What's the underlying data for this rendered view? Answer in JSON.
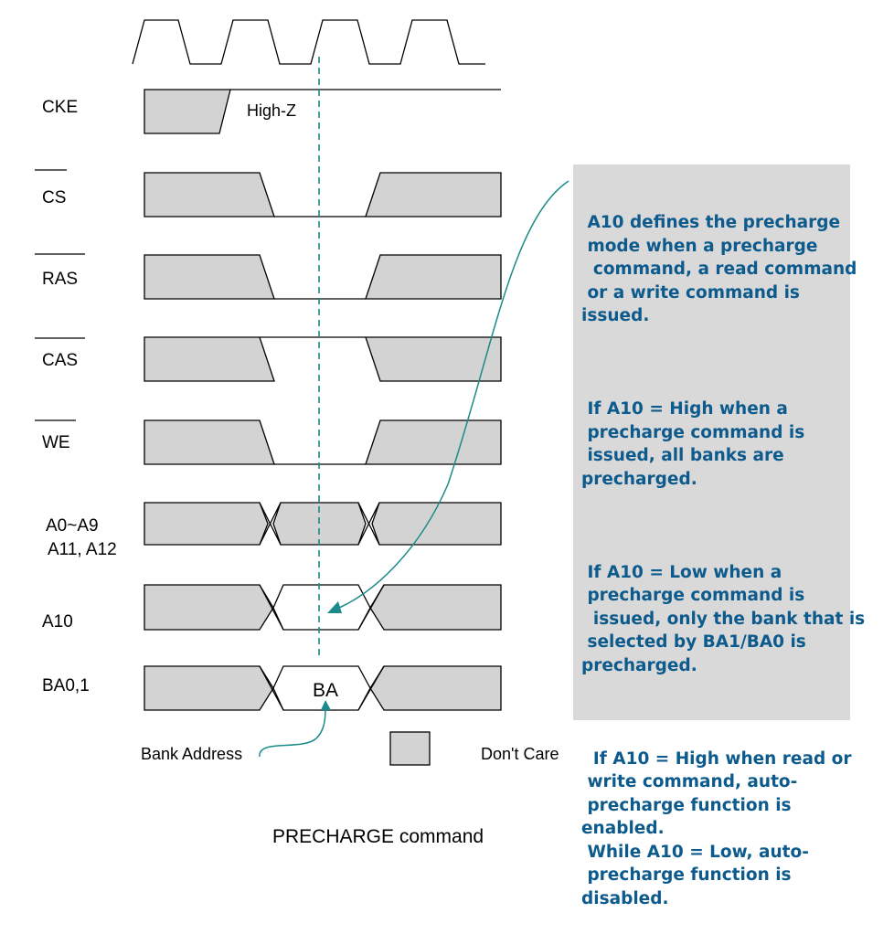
{
  "signals": {
    "cke": "CKE",
    "cs": "CS",
    "ras": "RAS",
    "cas": "CAS",
    "we": "WE",
    "a0_a9": "A0~A9",
    "a11_a12": "A11, A12",
    "a10": "A10",
    "ba": "BA0,1"
  },
  "annotations": {
    "high_z": "High-Z",
    "ba_value": "BA",
    "bank_address": "Bank Address",
    "dont_care": "Don't Care"
  },
  "note": {
    "p1": " A10 defines the precharge\n mode when a precharge\n  command, a read command\n or a write command is\nissued.",
    "p2": " If A10 = High when a\n precharge command is\n issued, all banks are\nprecharged.",
    "p3": " If A10 = Low when a\n precharge command is\n  issued, only the bank that is\n selected by BA1/BA0 is\nprecharged.",
    "p4": "  If A10 = High when read or\n write command, auto-\n precharge function is\nenabled.\n While A10 = Low, auto-\n precharge function is\ndisabled."
  },
  "caption": "PRECHARGE command",
  "colors": {
    "dont_care_fill": "#d3d3d3",
    "note_background": "#d9d9d9",
    "note_text": "#0d5a8c",
    "marker_line": "#1a8a8a"
  }
}
